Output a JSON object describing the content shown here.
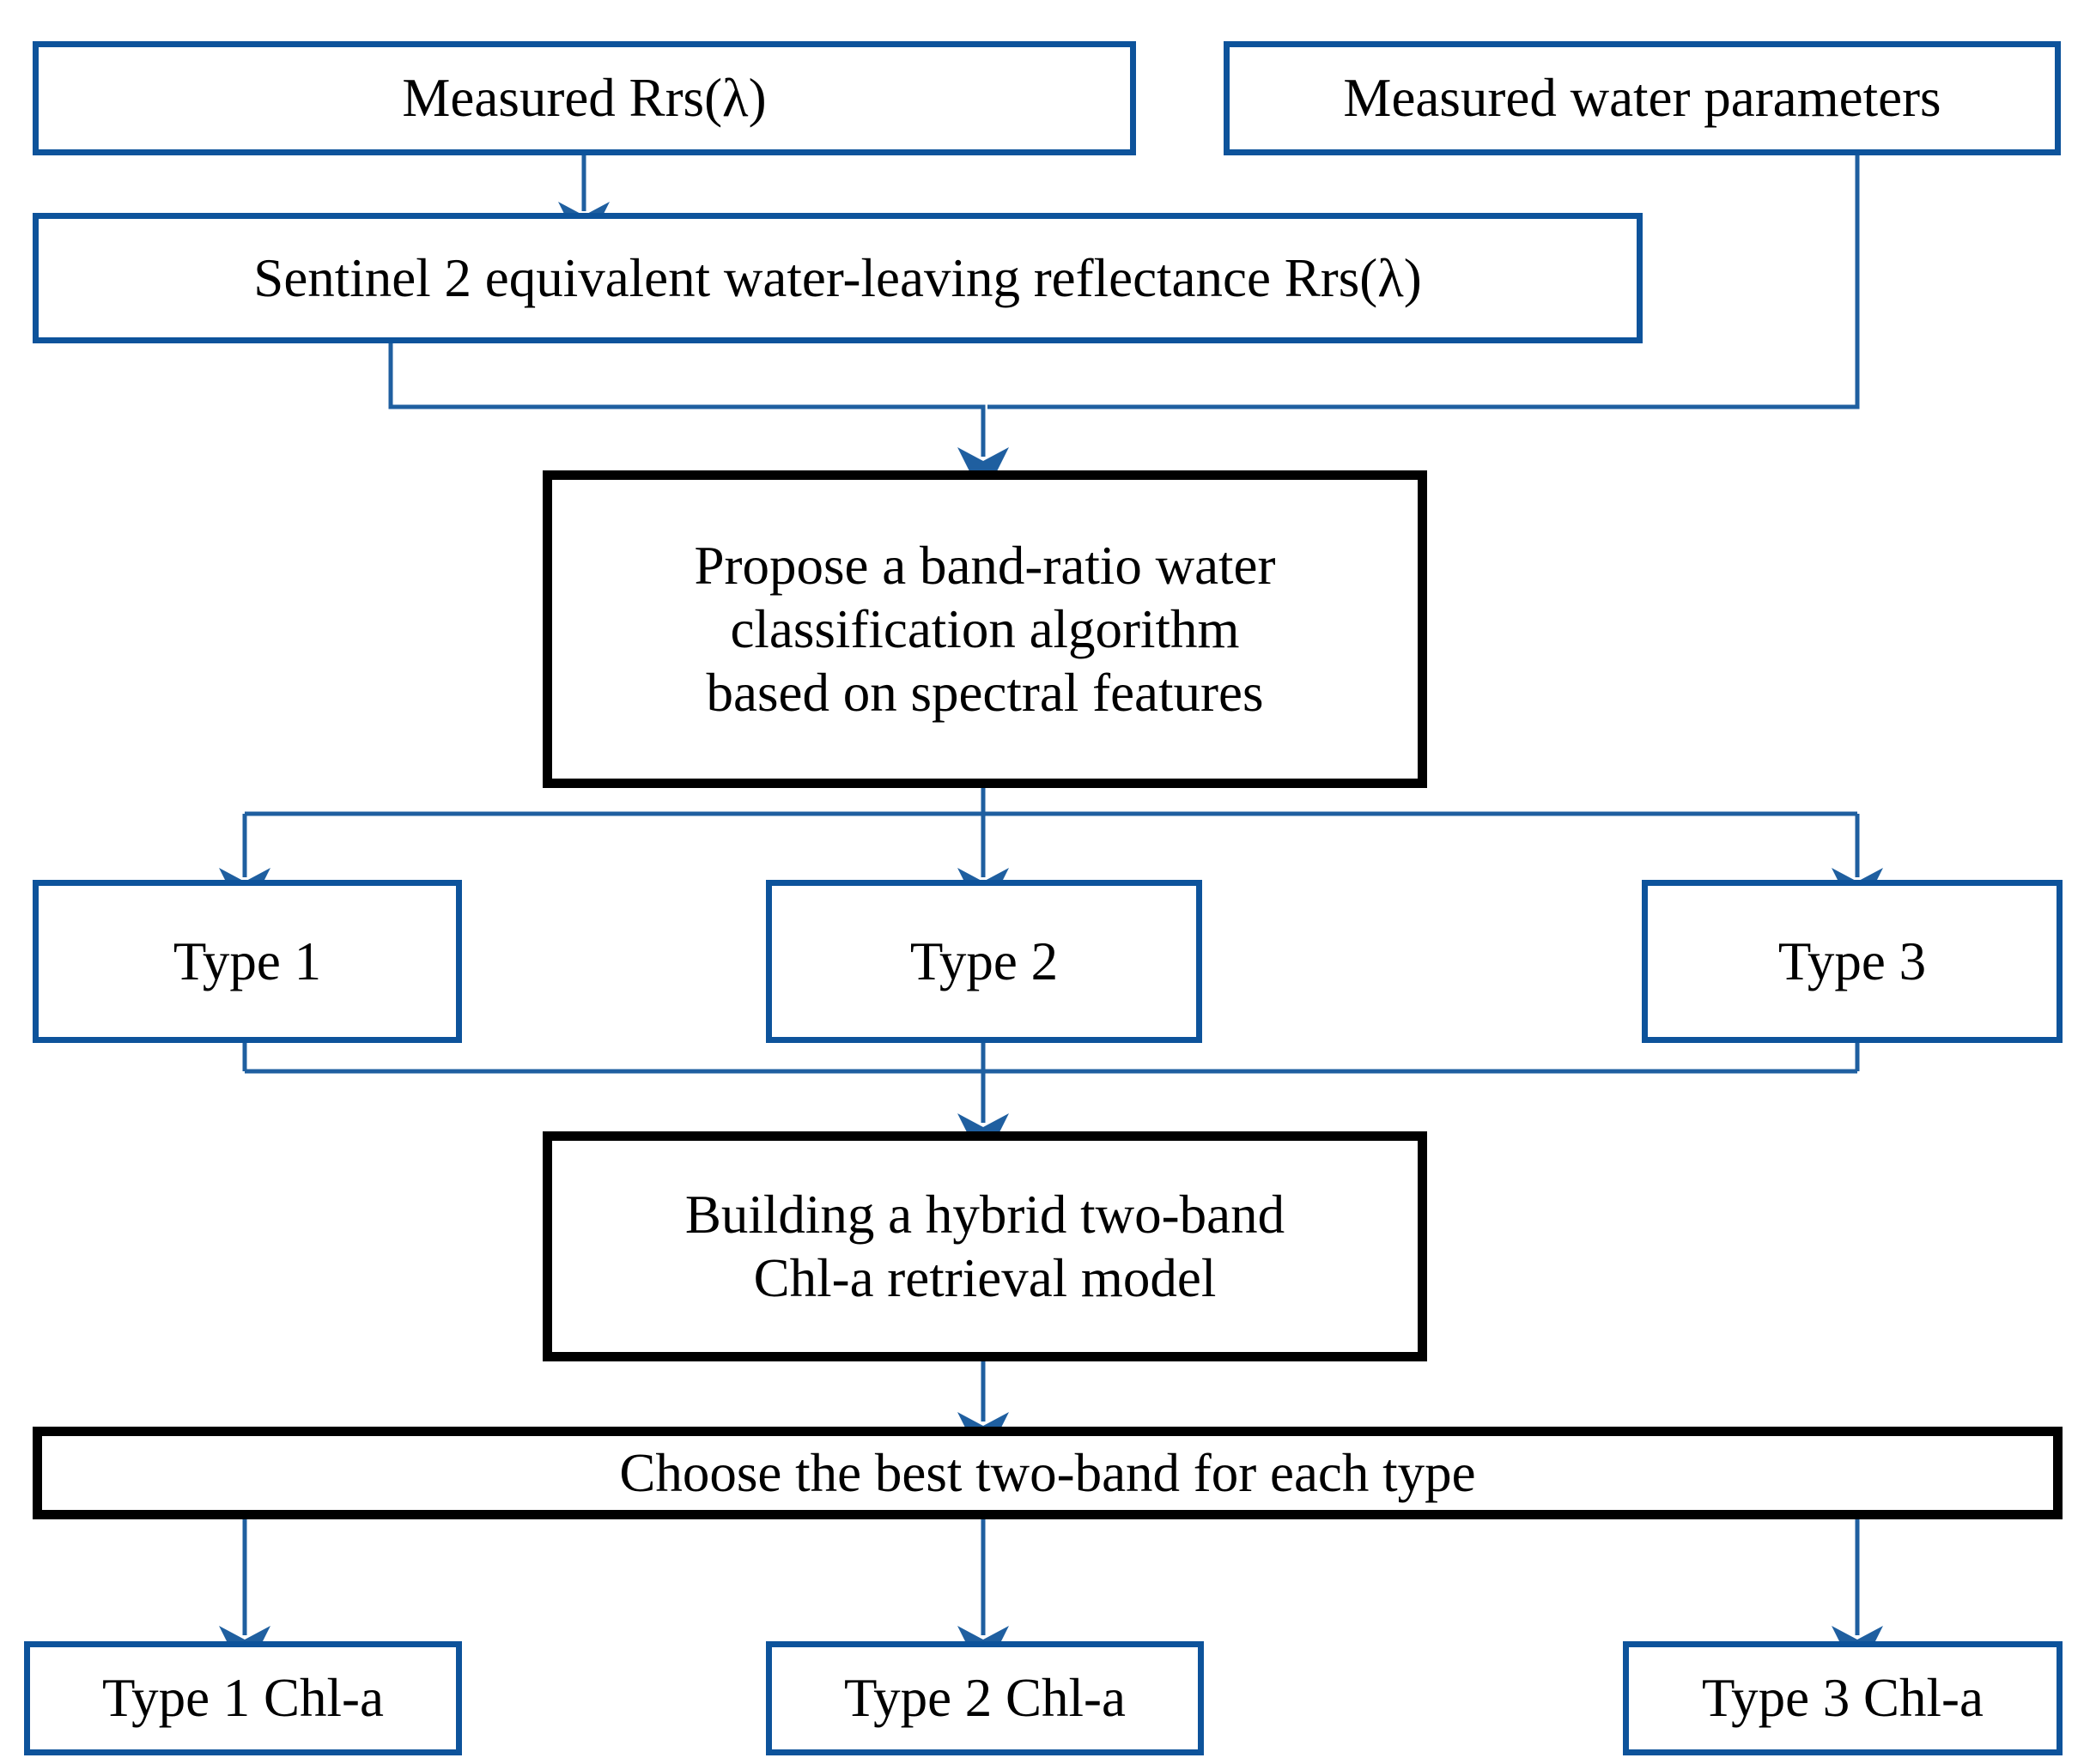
{
  "diagram": {
    "title": "Hybrid two-band Chl-a retrieval workflow",
    "accent_blue": "#0D539B",
    "connector_blue": "#1F5FA0",
    "emphasis_black": "#000000",
    "nodes": [
      {
        "id": "measured-rrs",
        "label": "Measured Rrs(λ)",
        "style": "blue"
      },
      {
        "id": "measured-water-params",
        "label": "Measured water parameters",
        "style": "blue"
      },
      {
        "id": "sentinel2-reflectance",
        "label": "Sentinel 2 equivalent water-leaving reflectance Rrs(λ)",
        "style": "blue"
      },
      {
        "id": "classification-algorithm",
        "label": "Propose a band-ratio water\nclassification algorithm\nbased on spectral features",
        "style": "black"
      },
      {
        "id": "type-1",
        "label": "Type 1",
        "style": "blue"
      },
      {
        "id": "type-2",
        "label": "Type 2",
        "style": "blue"
      },
      {
        "id": "type-3",
        "label": "Type 3",
        "style": "blue"
      },
      {
        "id": "hybrid-model",
        "label": "Building a hybrid two-band\nChl-a retrieval model",
        "style": "black"
      },
      {
        "id": "choose-best-two-band",
        "label": "Choose the best two-band for each type",
        "style": "black"
      },
      {
        "id": "type-1-chla",
        "label": "Type 1 Chl-a",
        "style": "blue"
      },
      {
        "id": "type-2-chla",
        "label": "Type 2 Chl-a",
        "style": "blue"
      },
      {
        "id": "type-3-chla",
        "label": "Type 3 Chl-a",
        "style": "blue"
      }
    ],
    "edges": [
      {
        "from": "measured-rrs",
        "to": "sentinel2-reflectance"
      },
      {
        "from": "sentinel2-reflectance",
        "to": "classification-algorithm"
      },
      {
        "from": "measured-water-params",
        "to": "classification-algorithm"
      },
      {
        "from": "classification-algorithm",
        "to": "type-1"
      },
      {
        "from": "classification-algorithm",
        "to": "type-2"
      },
      {
        "from": "classification-algorithm",
        "to": "type-3"
      },
      {
        "from": "type-1",
        "to": "hybrid-model"
      },
      {
        "from": "type-2",
        "to": "hybrid-model"
      },
      {
        "from": "type-3",
        "to": "hybrid-model"
      },
      {
        "from": "hybrid-model",
        "to": "choose-best-two-band"
      },
      {
        "from": "choose-best-two-band",
        "to": "type-1-chla"
      },
      {
        "from": "choose-best-two-band",
        "to": "type-2-chla"
      },
      {
        "from": "choose-best-two-band",
        "to": "type-3-chla"
      }
    ]
  }
}
